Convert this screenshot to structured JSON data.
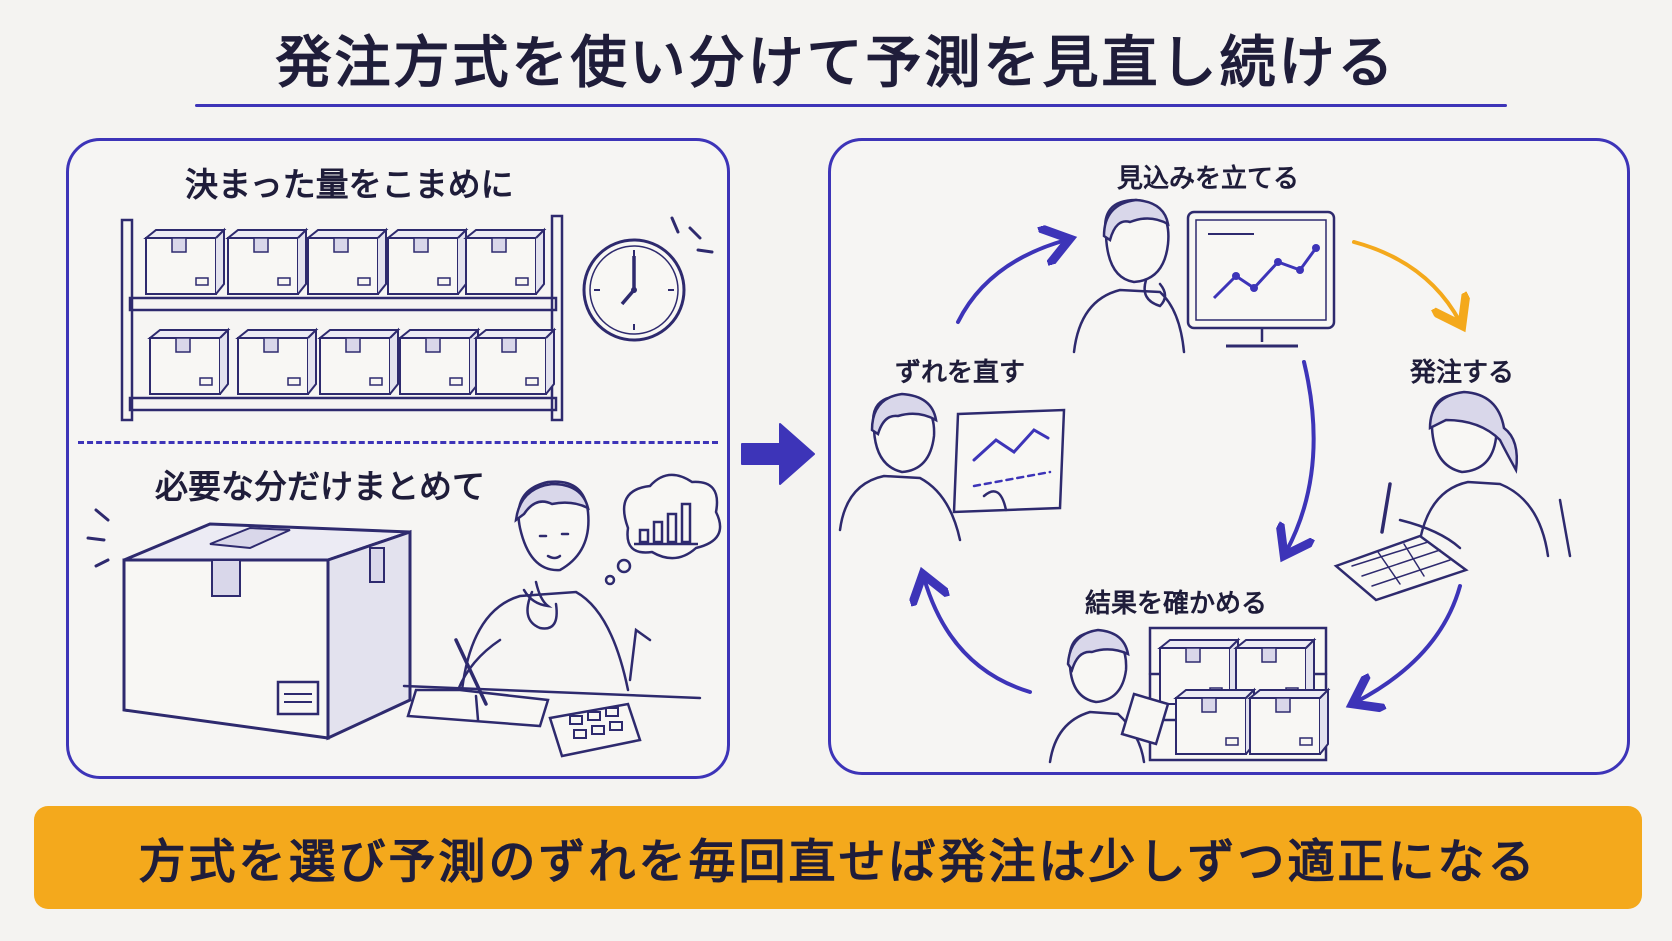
{
  "title": "発注方式を使い分けて予測を見直し続ける",
  "left_panel": {
    "top_label": "決まった量をこまめに",
    "bottom_label": "必要な分だけまとめて"
  },
  "cycle": {
    "step_forecast": "見込みを立てる",
    "step_order": "発注する",
    "step_check": "結果を確かめる",
    "step_fix": "ずれを直す"
  },
  "banner": "方式を選び予測のずれを毎回直せば発注は少しずつ適正になる",
  "colors": {
    "accent": "#3d34b8",
    "highlight": "#f4a91c",
    "background": "#f4f3f1",
    "text": "#1f1d3a"
  }
}
